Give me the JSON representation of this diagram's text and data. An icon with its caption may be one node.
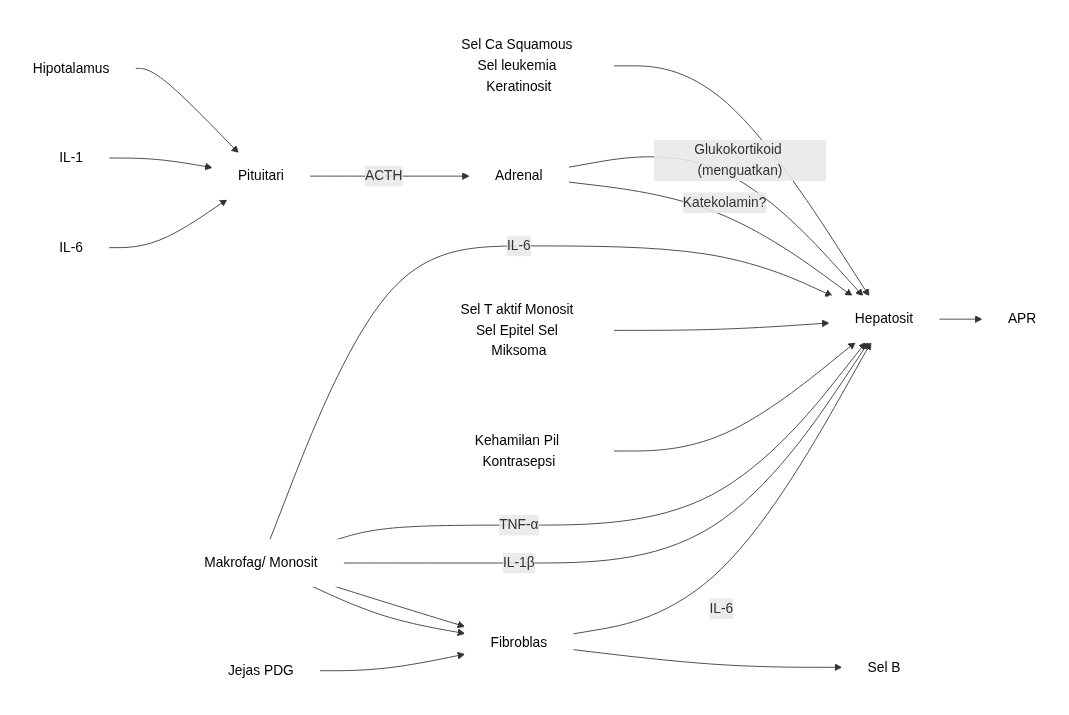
{
  "diagram": {
    "nodes": [
      {
        "text": [
          "Hipotalamus"
        ]
      },
      {
        "text": [
          "Pituitari"
        ]
      },
      {
        "text": [
          "Sel Ca Squamous Sel leukemia Keratinosit"
        ]
      },
      {
        "text": [
          "Adrenal"
        ]
      },
      {
        "text": [
          "IL-1"
        ]
      },
      {
        "text": [
          "Makrofag/ Monosit"
        ]
      },
      {
        "text": [
          "IL-6"
        ]
      },
      {
        "text": [
          "Hepatosit"
        ]
      },
      {
        "text": [
          "APR"
        ]
      },
      {
        "text": [
          "Fibroblas"
        ]
      },
      {
        "text": [
          "Sel T aktif Monosit Sel Epitel Sel Miksoma"
        ]
      },
      {
        "text": [
          "Kehamilan Pil Kontrasepsi"
        ]
      },
      {
        "text": [
          "Sel B"
        ]
      },
      {
        "text": [
          "Jejas PDG"
        ]
      }
    ],
    "edges": [
      {
        "from": 0,
        "to": 1,
        "arrow": "to"
      },
      {
        "from": 1,
        "to": 3,
        "arrow": "to",
        "label": "ACTH"
      },
      {
        "from": 4,
        "to": 1,
        "arrow": "to"
      },
      {
        "from": 6,
        "to": 1,
        "arrow": "to"
      },
      {
        "from": 5,
        "to": 7,
        "arrow": "to",
        "label": "IL-6"
      },
      {
        "from": 2,
        "to": 7,
        "arrow": "to"
      },
      {
        "from": 5,
        "to": 7,
        "arrow": "to",
        "label": "TNF-α"
      },
      {
        "from": 5,
        "to": 7,
        "arrow": "to",
        "label": "IL-1β"
      },
      {
        "from": 5,
        "to": 9,
        "arrow": "to"
      },
      {
        "from": 5,
        "to": 9,
        "arrow": "to"
      },
      {
        "from": 3,
        "to": 7,
        "arrow": "to",
        "label": "Glukokortikoid (menguatkan)"
      },
      {
        "from": 3,
        "to": 7,
        "arrow": "to",
        "label": "Katekolamin?"
      },
      {
        "from": 9,
        "to": 7,
        "arrow": "to",
        "label": "IL-6"
      },
      {
        "from": 9,
        "to": 12,
        "arrow": "to"
      },
      {
        "from": 10,
        "to": 7,
        "arrow": "to"
      },
      {
        "from": 13,
        "to": 9,
        "arrow": "to"
      },
      {
        "from": 11,
        "to": 7,
        "arrow": "to"
      },
      {
        "from": 7,
        "to": 8,
        "arrow": "to"
      }
    ]
  }
}
